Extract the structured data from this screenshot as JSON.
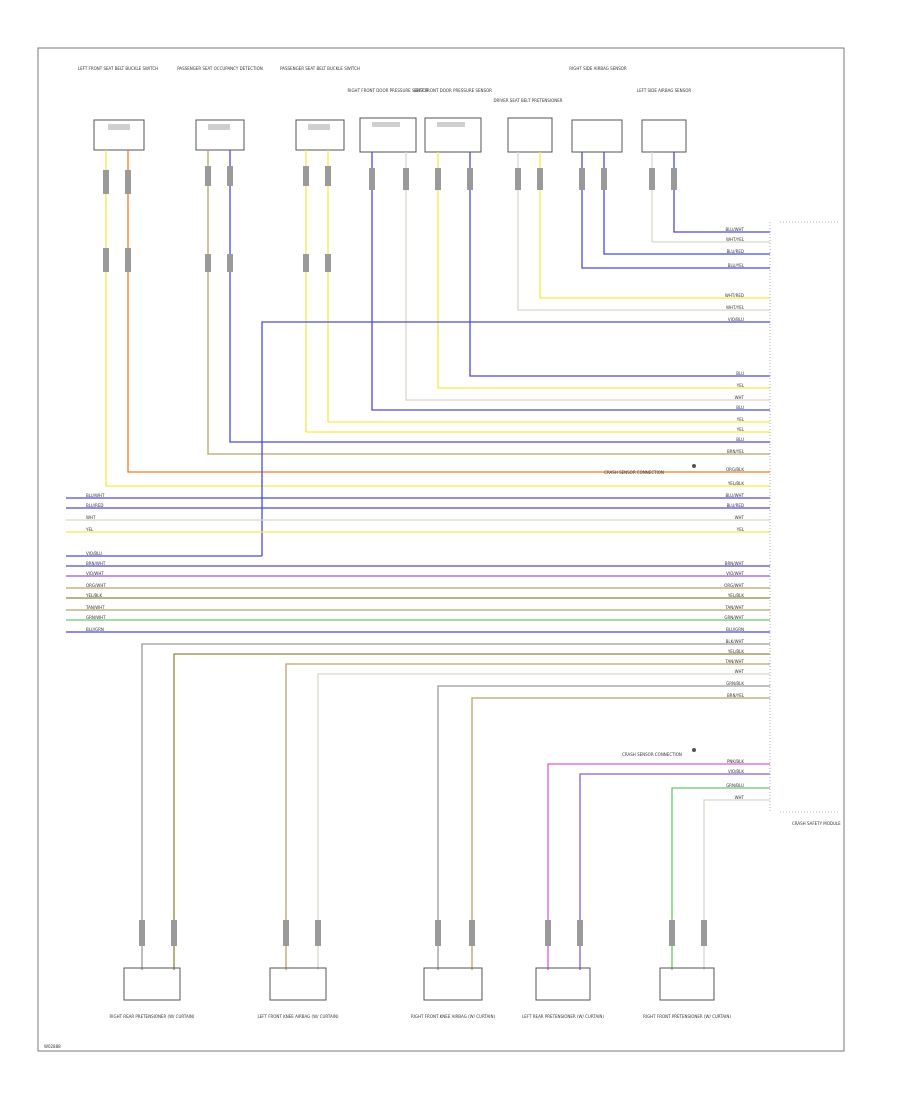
{
  "diagram": {
    "colors": {
      "border": "#7a7a7a",
      "wire_yellow": "#f2ec4a",
      "wire_orange": "#f07a1e",
      "wire_blue": "#4a4ad8",
      "wire_violet": "#8a5ae0",
      "wire_tan": "#b8a46a",
      "wire_olive": "#8e8a3a",
      "wire_green": "#6cc86c",
      "wire_pink": "#e05ad8",
      "wire_gray": "#9a9a9a",
      "wire_light": "#d8d8c8",
      "component_stroke": "#555555"
    },
    "top_components": [
      {
        "id": "c1",
        "label": "LEFT FRONT SEAT BELT BUCKLE SWITCH"
      },
      {
        "id": "c2",
        "label": "PASSENGER SEAT OCCUPANCY DETECTION"
      },
      {
        "id": "c3",
        "label": "PASSENGER SEAT BELT BUCKLE SWITCH"
      },
      {
        "id": "c4",
        "label": "RIGHT FRONT DOOR PRESSURE SENSOR"
      },
      {
        "id": "c5",
        "label": "LEFT FRONT DOOR PRESSURE SENSOR"
      },
      {
        "id": "c6",
        "label": "DRIVER SEAT BELT PRETENSIONER"
      },
      {
        "id": "c7",
        "label": "RIGHT SIDE AIRBAG SENSOR"
      },
      {
        "id": "c8",
        "label": "LEFT SIDE AIRBAG SENSOR"
      }
    ],
    "bottom_components": [
      {
        "id": "b1",
        "label": "RIGHT REAR PRETENSIONER (W/ CURTAIN)"
      },
      {
        "id": "b2",
        "label": "LEFT FRONT KNEE AIRBAG (W/ CURTAIN)"
      },
      {
        "id": "b3",
        "label": "RIGHT FRONT KNEE AIRBAG (W/ CURTAIN)"
      },
      {
        "id": "b4",
        "label": "LEFT REAR PRETENSIONER (W/ CURTAIN)"
      },
      {
        "id": "b5",
        "label": "RIGHT FRONT PRETENSIONER (W/ CURTAIN)"
      }
    ],
    "module_label": "CRASH SAFETY MODULE",
    "splice_note_upper": "CRASH SENSOR CONNECTION",
    "splice_note_lower": "CRASH SENSOR CONNECTION",
    "footer_code": "W02888",
    "wire_codes": {
      "blu_wht": "BLU/WHT",
      "blu_red": "BLU/RED",
      "blu_grn": "BLU/GRN",
      "blu_yel": "BLU/YEL",
      "wht_yel": "WHT/YEL",
      "wht_red": "WHT/RED",
      "grn_blu": "GRN/BLU",
      "yel": "YEL",
      "wht": "WHT",
      "vio_blu": "VIO/BLU",
      "blu": "BLU",
      "brn_yel": "BRN/YEL",
      "org_blk": "ORG/BLK",
      "yel_blk": "YEL/BLK",
      "grn_wht": "GRN/WHT",
      "brn_wht": "BRN/WHT",
      "vio_wht": "VIO/WHT",
      "org_wht": "ORG/WHT",
      "tan_wht": "TAN/WHT",
      "pnk_blk": "PNK/BLK",
      "vio_blk": "VIO/BLK",
      "blk_wht": "BLK/WHT",
      "grn_blk": "GRN/BLK"
    }
  }
}
